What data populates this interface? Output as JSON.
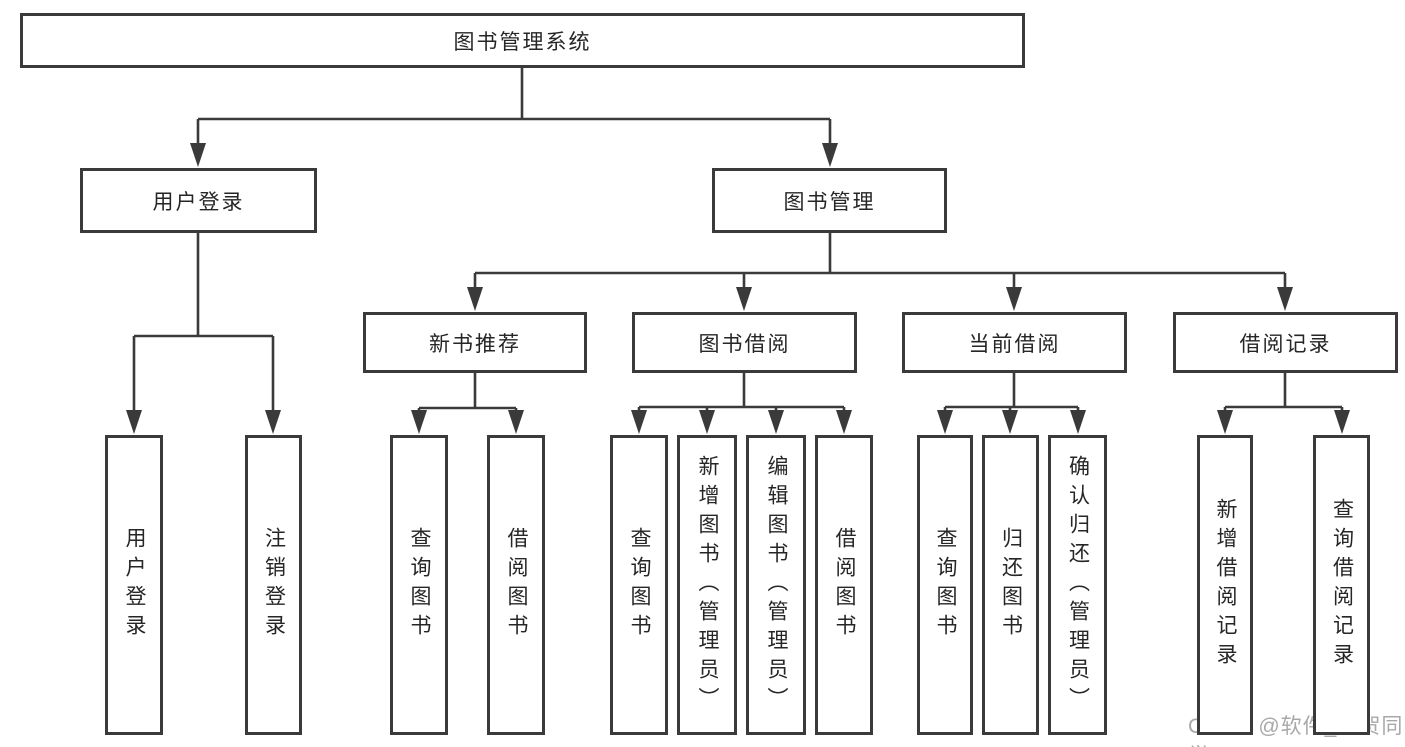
{
  "diagram_title": "图书管理系统",
  "tree": {
    "label": "图书管理系统",
    "children": [
      {
        "label": "用户登录",
        "children": [
          {
            "label": "用户登录"
          },
          {
            "label": "注销登录"
          }
        ]
      },
      {
        "label": "图书管理",
        "children": [
          {
            "label": "新书推荐",
            "children": [
              {
                "label": "查询图书"
              },
              {
                "label": "借阅图书"
              }
            ]
          },
          {
            "label": "图书借阅",
            "children": [
              {
                "label": "查询图书"
              },
              {
                "label": "新增图书（管理员）"
              },
              {
                "label": "编辑图书（管理员）"
              },
              {
                "label": "借阅图书"
              }
            ]
          },
          {
            "label": "当前借阅",
            "children": [
              {
                "label": "查询图书"
              },
              {
                "label": "归还图书"
              },
              {
                "label": "确认归还（管理员）"
              }
            ]
          },
          {
            "label": "借阅记录",
            "children": [
              {
                "label": "新增借阅记录"
              },
              {
                "label": "查询借阅记录"
              }
            ]
          }
        ]
      }
    ]
  },
  "watermark": {
    "text": "CSDN @软件_小贺同学"
  },
  "colors": {
    "line": "#3a3a3a",
    "text": "#262626",
    "background": "#ffffff",
    "watermark": "#a8a8a8"
  }
}
